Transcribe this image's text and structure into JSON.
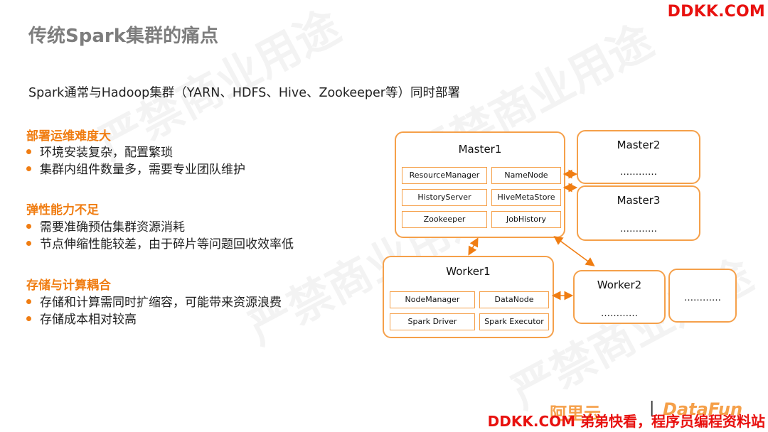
{
  "watermark_top": "DDKK.COM",
  "title": "传统Spark集群的痛点",
  "subtitle": "Spark通常与Hadoop集群（YARN、HDFS、Hive、Zookeeper等）同时部署",
  "sections": [
    {
      "heading": "部署运维难度大",
      "bullets": [
        "环境安装复杂，配置繁琐",
        "集群内组件数量多，需要专业团队维护"
      ]
    },
    {
      "heading": "弹性能力不足",
      "bullets": [
        "需要准确预估集群资源消耗",
        "节点伸缩性能较差，由于碎片等问题回收效率低"
      ]
    },
    {
      "heading": "存储与计算耦合",
      "bullets": [
        "存储和计算需同时扩缩容，可能带来资源浪费",
        "存储成本相对较高"
      ]
    }
  ],
  "diagram": {
    "master1": {
      "title": "Master1",
      "components": [
        "ResourceManager",
        "NameNode",
        "HistoryServer",
        "HiveMetaStore",
        "Zookeeper",
        "JobHistory"
      ]
    },
    "master2": {
      "title": "Master2",
      "dots": "…………"
    },
    "master3": {
      "title": "Master3",
      "dots": "…………"
    },
    "worker1": {
      "title": "Worker1",
      "components": [
        "NodeManager",
        "DataNode",
        "Spark Driver",
        "Spark Executor"
      ]
    },
    "worker2": {
      "title": "Worker2",
      "dots": "…………"
    },
    "extra": {
      "dots": "…………"
    }
  },
  "colors": {
    "accent": "#f07d12",
    "box_border": "#f5a04a",
    "watermark": "#e8110f",
    "title": "#7d7d7d"
  },
  "logos": {
    "aliyun": "阿里云",
    "separator": "|",
    "datafun": "DataFun"
  },
  "watermark_bottom": "DDKK.COM 弟弟快看，程序员编程资料站",
  "background_watermark": "严禁商业用途"
}
